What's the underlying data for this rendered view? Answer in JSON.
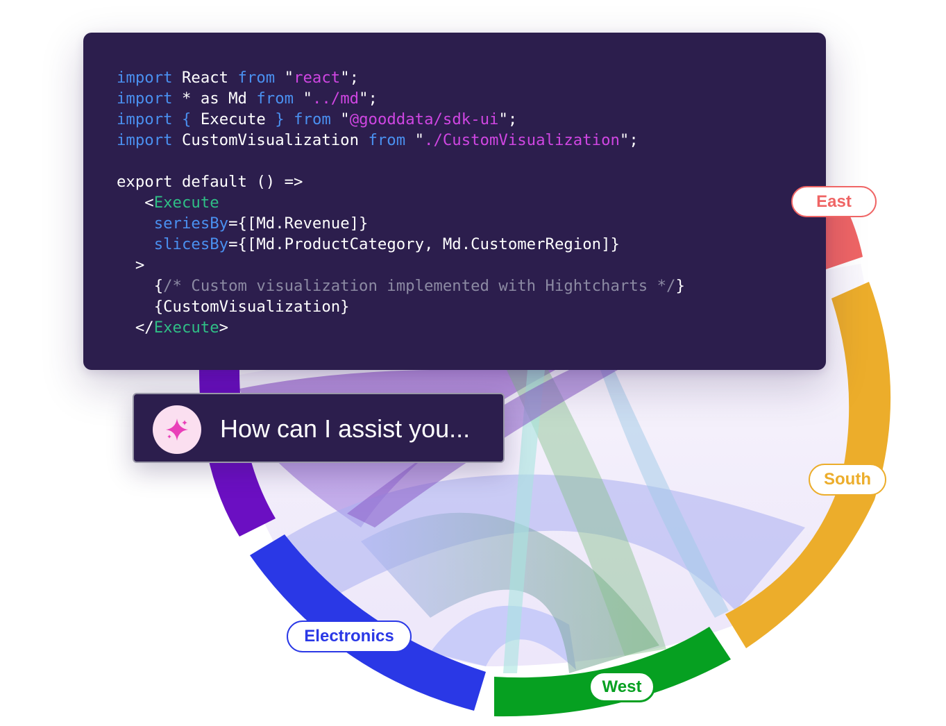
{
  "code": {
    "lines": [
      [
        {
          "t": "import",
          "c": "kw"
        },
        {
          "t": " React "
        },
        {
          "t": "from",
          "c": "kw"
        },
        {
          "t": " \""
        },
        {
          "t": "react",
          "c": "str"
        },
        {
          "t": "\";"
        }
      ],
      [
        {
          "t": "import",
          "c": "kw"
        },
        {
          "t": " * as Md "
        },
        {
          "t": "from",
          "c": "kw"
        },
        {
          "t": " \""
        },
        {
          "t": "../md",
          "c": "str"
        },
        {
          "t": "\";"
        }
      ],
      [
        {
          "t": "import",
          "c": "kw"
        },
        {
          "t": " "
        },
        {
          "t": "{",
          "c": "kw"
        },
        {
          "t": " Execute "
        },
        {
          "t": "}",
          "c": "kw"
        },
        {
          "t": " "
        },
        {
          "t": "from",
          "c": "kw"
        },
        {
          "t": " \""
        },
        {
          "t": "@gooddata/sdk-ui",
          "c": "str"
        },
        {
          "t": "\";"
        }
      ],
      [
        {
          "t": "import",
          "c": "kw"
        },
        {
          "t": " CustomVisualization "
        },
        {
          "t": "from",
          "c": "kw"
        },
        {
          "t": " \""
        },
        {
          "t": "./CustomVisualization",
          "c": "str"
        },
        {
          "t": "\";"
        }
      ],
      [],
      [
        {
          "t": "export default () =>"
        }
      ],
      [
        {
          "t": "   <"
        },
        {
          "t": "Execute",
          "c": "tag"
        }
      ],
      [
        {
          "t": "    "
        },
        {
          "t": "seriesBy",
          "c": "kw"
        },
        {
          "t": "={[Md.Revenue]}"
        }
      ],
      [
        {
          "t": "    "
        },
        {
          "t": "slicesBy",
          "c": "kw"
        },
        {
          "t": "={[Md.ProductCategory, Md.CustomerRegion]}"
        }
      ],
      [
        {
          "t": "  >"
        }
      ],
      [
        {
          "t": "    {"
        },
        {
          "t": "/* Custom visualization implemented with Hightcharts */",
          "c": "cmt"
        },
        {
          "t": "}"
        }
      ],
      [
        {
          "t": "    {CustomVisualization}"
        }
      ],
      [
        {
          "t": "  </"
        },
        {
          "t": "Execute",
          "c": "tag"
        },
        {
          "t": ">"
        }
      ]
    ]
  },
  "assistant": {
    "placeholder": "How can I assist you...",
    "icon": "sparkle-icon",
    "icon_color": "#e93fb8"
  },
  "regions": {
    "east": "East",
    "south": "South",
    "electronics": "Electronics",
    "west": "West"
  },
  "colors": {
    "code_bg": "#2c1e4d",
    "east": "#ef6565",
    "south": "#ecad2b",
    "electronics": "#2a38e6",
    "west": "#06a021",
    "purple": "#6b0fc2"
  }
}
